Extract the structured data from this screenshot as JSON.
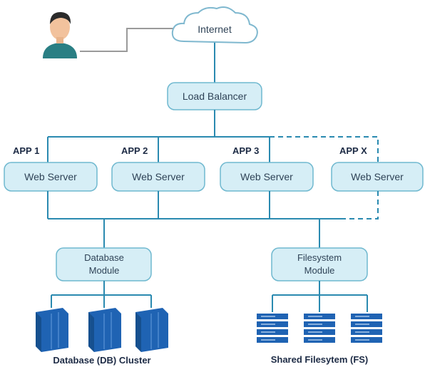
{
  "internet": {
    "label": "Internet"
  },
  "load_balancer": {
    "label": "Load Balancer"
  },
  "apps": [
    {
      "name": "APP 1",
      "server": "Web Server"
    },
    {
      "name": "APP 2",
      "server": "Web Server"
    },
    {
      "name": "APP 3",
      "server": "Web Server"
    },
    {
      "name": "APP X",
      "server": "Web Server"
    }
  ],
  "database_module": {
    "line1": "Database",
    "line2": "Module"
  },
  "filesystem_module": {
    "line1": "Filesystem",
    "line2": "Module"
  },
  "db_cluster": {
    "caption": "Database (DB) Cluster"
  },
  "shared_fs": {
    "caption": "Shared Filesytem (FS)"
  },
  "colors": {
    "line": "#2a8ab0",
    "box_fill": "#d6eef6",
    "box_border": "#6fb8cf",
    "server_blue": "#1f63b3"
  },
  "icons": [
    "user-icon",
    "cloud-icon",
    "database-server-icon",
    "storage-rack-icon"
  ]
}
